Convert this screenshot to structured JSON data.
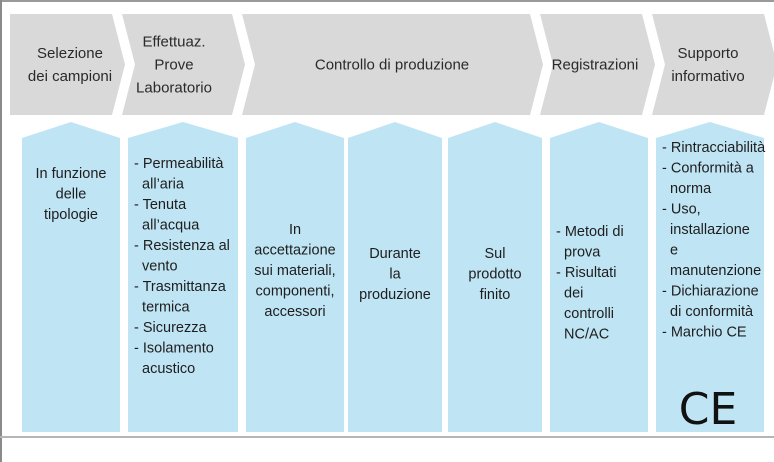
{
  "headers": [
    {
      "lines": [
        "Selezione",
        "dei campioni"
      ]
    },
    {
      "lines": [
        "Effettuaz.",
        "Prove",
        "Laboratorio"
      ]
    },
    {
      "lines": [
        "Controllo di produzione"
      ]
    },
    {
      "lines": [
        "Registrazioni"
      ]
    },
    {
      "lines": [
        "Supporto",
        "informativo"
      ]
    }
  ],
  "columns": [
    {
      "align": "center",
      "lines": [
        "In funzione",
        "delle",
        "tipologie"
      ]
    },
    {
      "align": "left",
      "lines": [
        "- Permeabilità",
        "  all’aria",
        "- Tenuta",
        "  all’acqua",
        "- Resistenza al",
        "  vento",
        "- Trasmittanza",
        "  termica",
        "- Sicurezza",
        "- Isolamento",
        "  acustico"
      ]
    },
    {
      "align": "center",
      "lines": [
        "In",
        "accettazione",
        "sui materiali,",
        "componenti,",
        "accessori"
      ]
    },
    {
      "align": "center",
      "lines": [
        "Durante",
        "la",
        "produzione"
      ]
    },
    {
      "align": "center",
      "lines": [
        "Sul",
        "prodotto",
        "finito"
      ]
    },
    {
      "align": "left",
      "lines": [
        "- Metodi di",
        "  prova",
        "- Risultati",
        "  dei",
        "  controlli",
        "  NC/AC"
      ]
    },
    {
      "align": "left",
      "lines": [
        "- Rintracciabilità",
        "- Conformità a",
        "  norma",
        "- Uso,",
        "  installazione",
        "  e",
        "  manutenzione",
        "- Dichiarazione",
        "  di conformità",
        "- Marchio CE"
      ]
    }
  ],
  "ce_mark": "CE",
  "colors": {
    "arrow": "#d9d9d9",
    "column": "#bfe4f4",
    "text": "#1e1e1e"
  }
}
